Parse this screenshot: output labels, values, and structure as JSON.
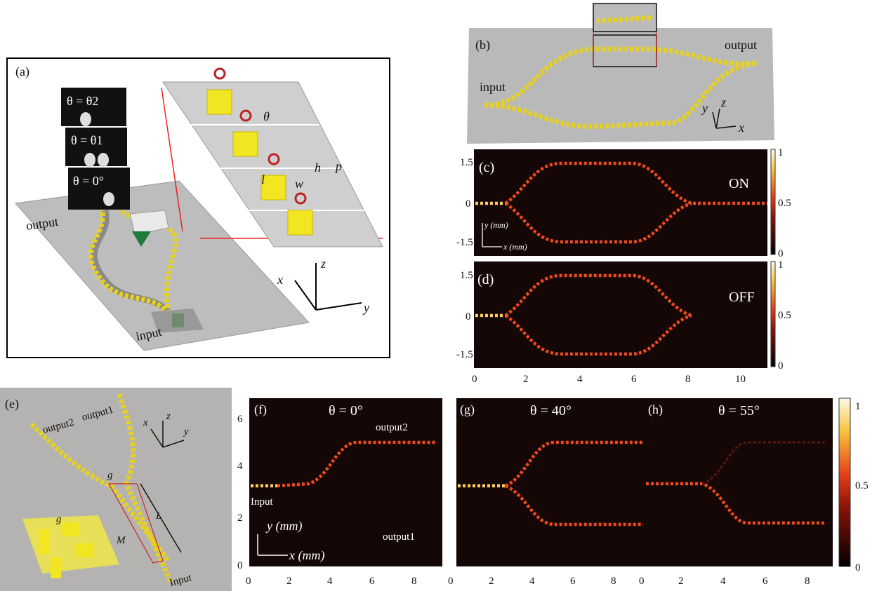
{
  "panel_a": {
    "label": "(a)",
    "states": [
      "θ = θ2",
      "θ = θ1",
      "θ = 0°"
    ],
    "output_label": "output",
    "input_label": "input",
    "params": [
      "θ",
      "h",
      "p",
      "l",
      "w"
    ],
    "axes": [
      "x",
      "z",
      "y"
    ]
  },
  "panel_b": {
    "label": "(b)",
    "input_label": "input",
    "output_label": "output",
    "axes": [
      "y",
      "z",
      "x"
    ]
  },
  "panel_c": {
    "label": "(c)",
    "state": "ON",
    "yaxis_label": "y (mm)",
    "xaxis_label": "x (mm)"
  },
  "panel_d": {
    "label": "(d)",
    "state": "OFF"
  },
  "panel_cd_axes": {
    "yticks": [
      "1.5",
      "0",
      "-1.5"
    ],
    "xticks": [
      "0",
      "2",
      "4",
      "6",
      "8",
      "10"
    ],
    "colorbar_ticks": [
      "1",
      "0.5",
      "0"
    ]
  },
  "panel_e": {
    "label": "(e)",
    "output2": "output2",
    "output1": "output1",
    "input": "Input",
    "g": "g",
    "L": "L",
    "M": "M",
    "axes": [
      "x",
      "z",
      "y"
    ]
  },
  "panel_f": {
    "label": "(f)",
    "title": "θ = 0°",
    "output2": "output2",
    "output1": "output1",
    "input": "Input",
    "ylabel": "y (mm)",
    "xlabel": "x (mm)"
  },
  "panel_g": {
    "label": "(g)",
    "title": "θ = 40°"
  },
  "panel_h": {
    "label": "(h)",
    "title": "θ = 55°"
  },
  "panel_fgh_axes": {
    "yticks": [
      "6",
      "4",
      "2",
      "0"
    ],
    "xticks": [
      "0",
      "2",
      "4",
      "6",
      "8"
    ],
    "colorbar_ticks": [
      "1",
      "0.5",
      "0"
    ]
  },
  "colors": {
    "beam": "#f04a1c",
    "waveguide": "#e6d21e",
    "substrate": "#b8b8b8",
    "field_bg": "#140705"
  }
}
